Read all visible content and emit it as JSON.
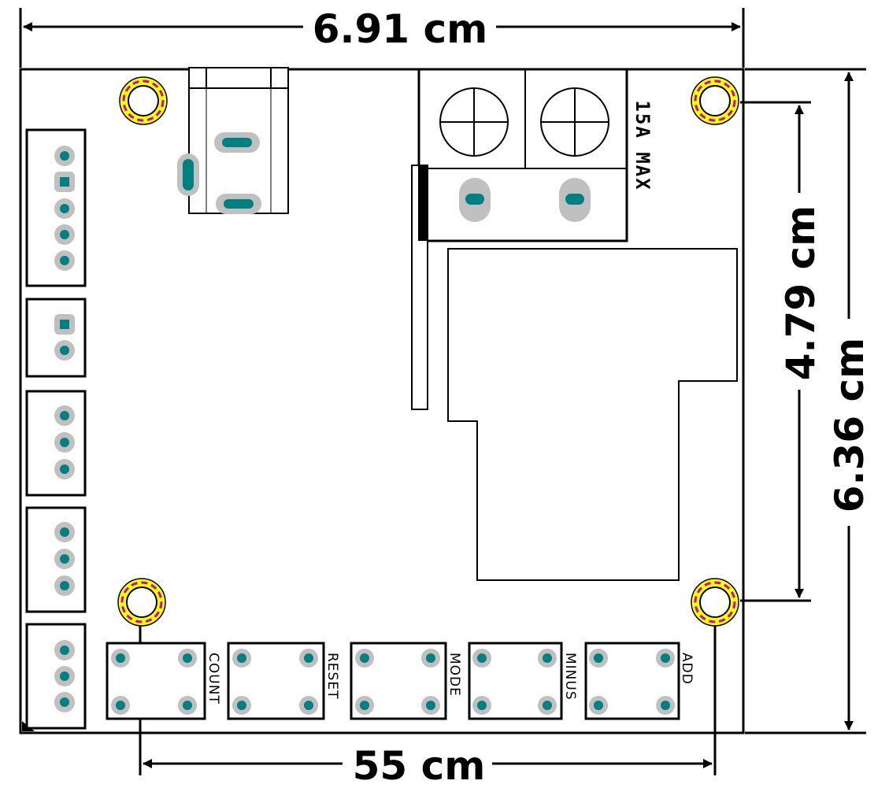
{
  "dimensions": {
    "width_label": "6.91 cm",
    "height_label": "6.36 cm",
    "hole_height_label": "4.79 cm",
    "hole_width_label": "55 cm"
  },
  "terminal": {
    "rating_label": "15A MAX"
  },
  "buttons": [
    {
      "label": "COUNT"
    },
    {
      "label": "RESET"
    },
    {
      "label": "MODE"
    },
    {
      "label": "MINUS"
    },
    {
      "label": "ADD"
    }
  ],
  "colors": {
    "pad_fill": "#c0c0c0",
    "pad_hole": "#008080",
    "mount_ring": "#ffff00",
    "mount_accent": "#cc00cc",
    "outline": "#000000"
  }
}
